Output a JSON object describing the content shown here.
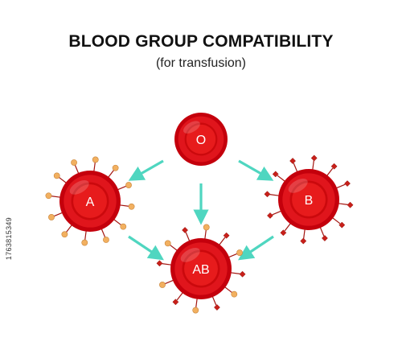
{
  "title": "BLOOD GROUP COMPATIBILITY",
  "subtitle": "(for transfusion)",
  "stock_id": "1763815349",
  "colors": {
    "cell_outer": "#c4000c",
    "cell_inner": "#e0151c",
    "cell_center": "#ff2a2a",
    "antigen_a": "#f2b060",
    "antigen_b": "#c8201a",
    "arrow": "#4fd6c0"
  },
  "cells": [
    {
      "id": "O",
      "label": "O",
      "antigens": "none"
    },
    {
      "id": "A",
      "label": "A",
      "antigens": "A"
    },
    {
      "id": "B",
      "label": "B",
      "antigens": "B"
    },
    {
      "id": "AB",
      "label": "AB",
      "antigens": "AB"
    }
  ]
}
